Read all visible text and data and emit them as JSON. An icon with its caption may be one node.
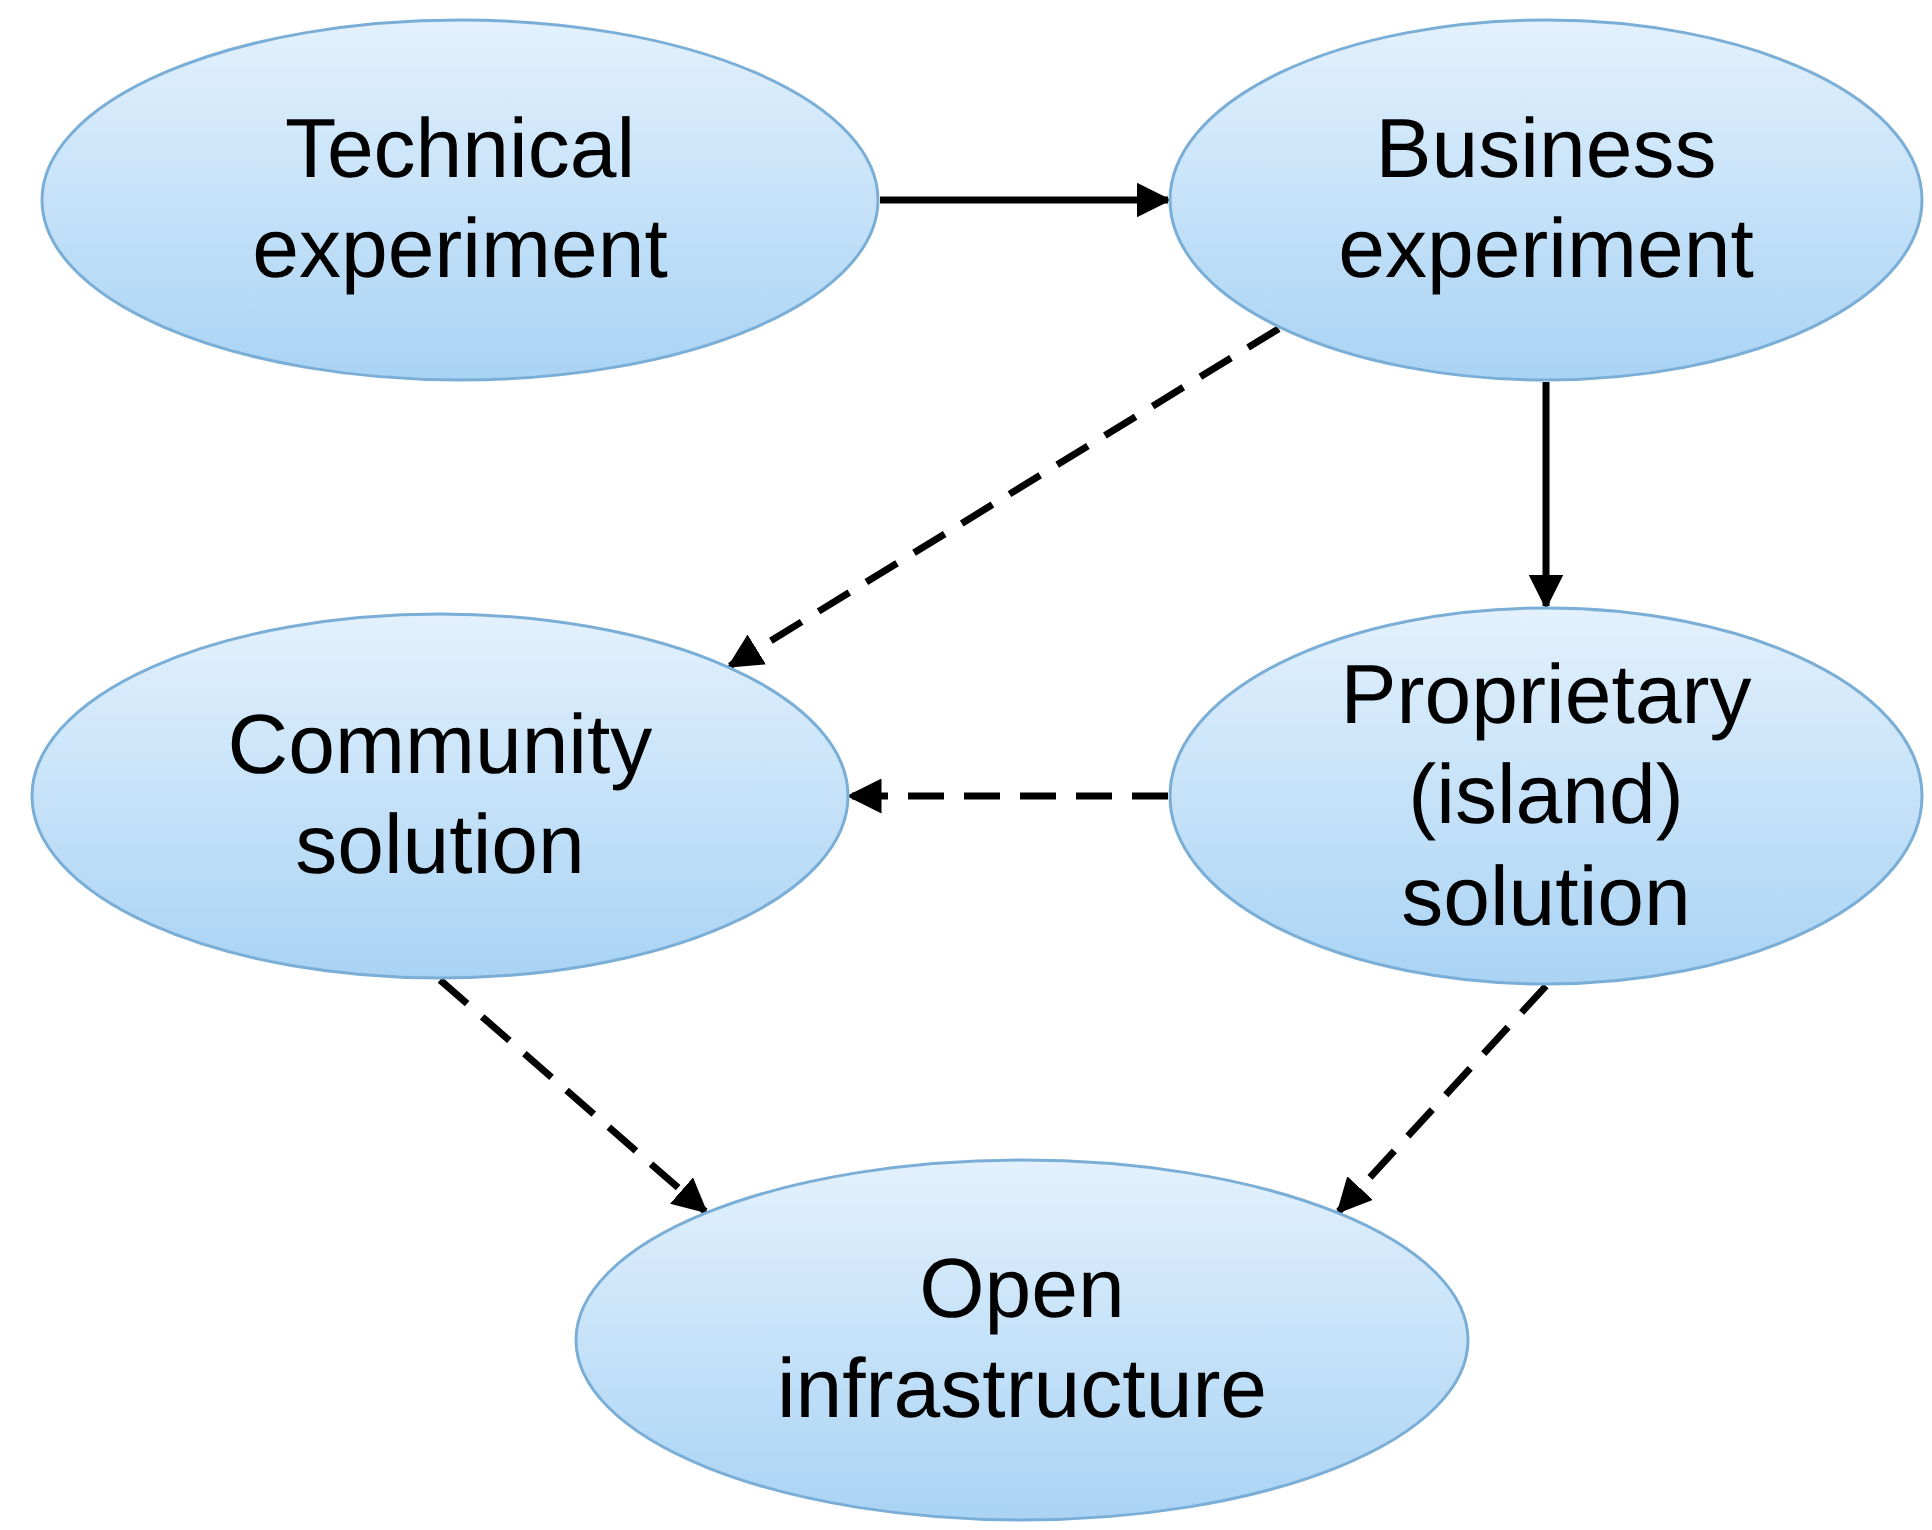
{
  "diagram": {
    "nodes": [
      {
        "text": [
          "Technical experiment"
        ]
      },
      {
        "text": [
          "Business experiment"
        ]
      },
      {
        "text": [
          "Community solution"
        ]
      },
      {
        "text": [
          "Proprietary (island) solution"
        ]
      },
      {
        "text": [
          "Open infrastructure"
        ]
      }
    ],
    "edges": [
      {
        "from": 0,
        "to": 1,
        "arrow": "to"
      },
      {
        "from": 1,
        "to": 3,
        "arrow": "to"
      },
      {
        "from": 1,
        "to": 2,
        "arrow": "to",
        "style": "dashed"
      },
      {
        "from": 3,
        "to": 2,
        "arrow": "to",
        "style": "dashed"
      },
      {
        "from": 2,
        "to": 4,
        "arrow": "to",
        "style": "dashed"
      },
      {
        "from": 3,
        "to": 4,
        "arrow": "to",
        "style": "dashed"
      }
    ]
  }
}
